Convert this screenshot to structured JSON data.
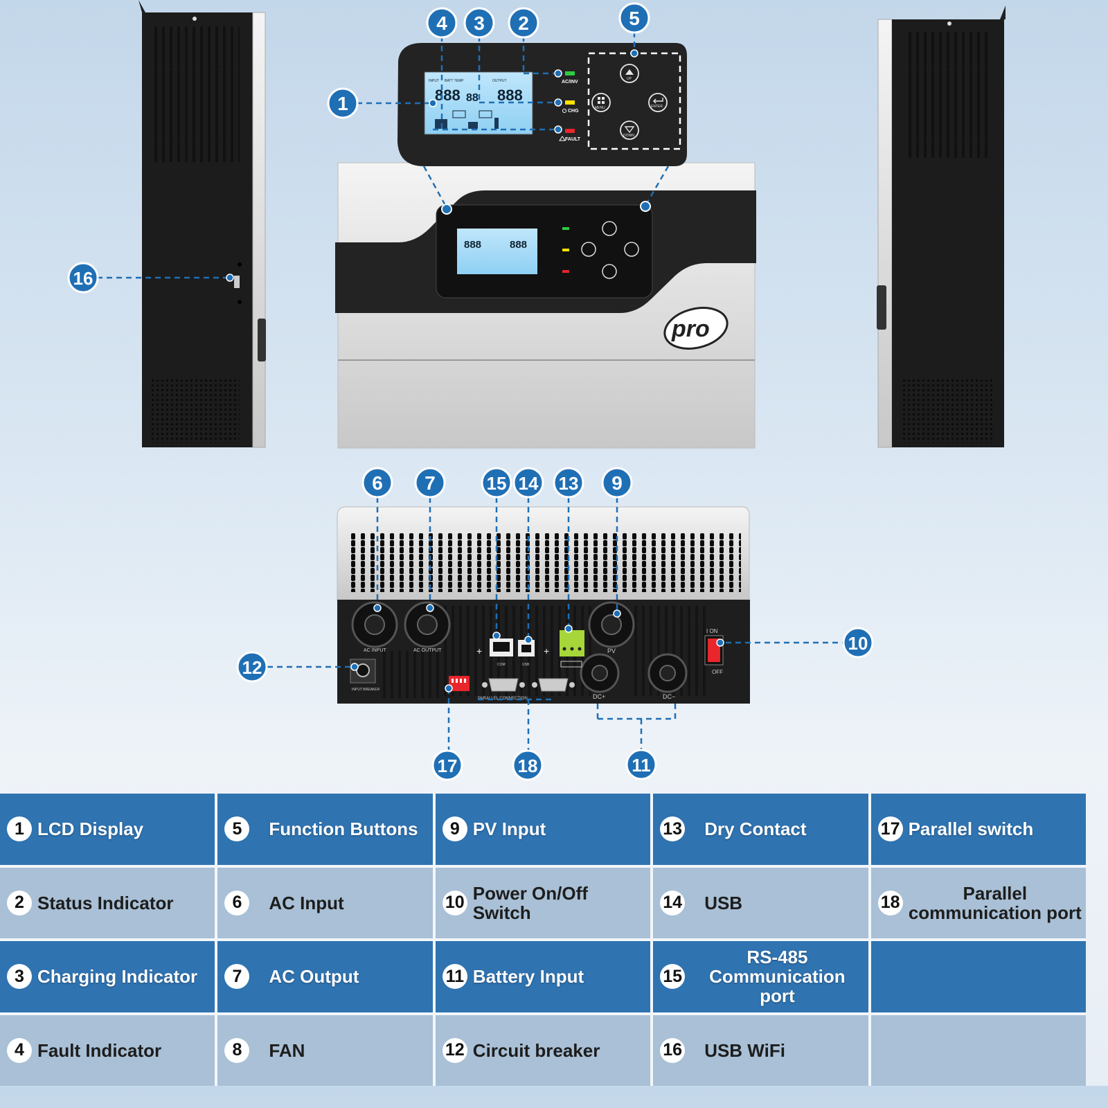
{
  "markers": {
    "m1": "1",
    "m2": "2",
    "m3": "3",
    "m4": "4",
    "m5": "5",
    "m6": "6",
    "m7": "7",
    "m9": "9",
    "m10": "10",
    "m11": "11",
    "m12": "12",
    "m13": "13",
    "m14": "14",
    "m15": "15",
    "m16": "16",
    "m17": "17",
    "m18": "18"
  },
  "panel": {
    "indicators": {
      "ac_inv": "AC/INV",
      "chg": "CHG",
      "fault": "FAULT"
    },
    "buttons": {
      "up": "UP",
      "down": "DOWN",
      "menu": "MENU",
      "enter": "ENTER"
    },
    "lcd": {
      "left_title": "INPUT",
      "mid_title": "BATT TEMP",
      "right_title": "OUTPUT",
      "digits": "888",
      "small_digits": "88"
    }
  },
  "brand": {
    "logo": "pro"
  },
  "rear": {
    "ac_input": "AC INPUT",
    "ac_output": "AC OUTPUT",
    "com": "COM",
    "usb": "USB",
    "pv": "PV",
    "dc_plus": "DC+",
    "dc_minus": "DC−",
    "switch_on": "I ON",
    "switch_off": "OFF",
    "parallel": "PARALLEL CONNECTION",
    "breaker": "INPUT BREAKER"
  },
  "legend": [
    [
      {
        "num": "1",
        "label": "LCD Display"
      },
      {
        "num": "5",
        "label": "Function Buttons"
      },
      {
        "num": "9",
        "label": "PV Input"
      },
      {
        "num": "13",
        "label": "Dry Contact"
      },
      {
        "num": "17",
        "label": "Parallel switch"
      }
    ],
    [
      {
        "num": "2",
        "label": "Status Indicator"
      },
      {
        "num": "6",
        "label": "AC Input"
      },
      {
        "num": "10",
        "label": "Power On/Off Switch"
      },
      {
        "num": "14",
        "label": "USB"
      },
      {
        "num": "18",
        "label": "Parallel communication port"
      }
    ],
    [
      {
        "num": "3",
        "label": "Charging Indicator"
      },
      {
        "num": "7",
        "label": "AC Output"
      },
      {
        "num": "11",
        "label": "Battery Input"
      },
      {
        "num": "15",
        "label": "RS-485 Communication port"
      },
      {
        "num": "",
        "label": ""
      }
    ],
    [
      {
        "num": "4",
        "label": "Fault Indicator"
      },
      {
        "num": "8",
        "label": "FAN"
      },
      {
        "num": "12",
        "label": "Circuit breaker"
      },
      {
        "num": "16",
        "label": "USB WiFi"
      },
      {
        "num": "",
        "label": ""
      }
    ]
  ]
}
